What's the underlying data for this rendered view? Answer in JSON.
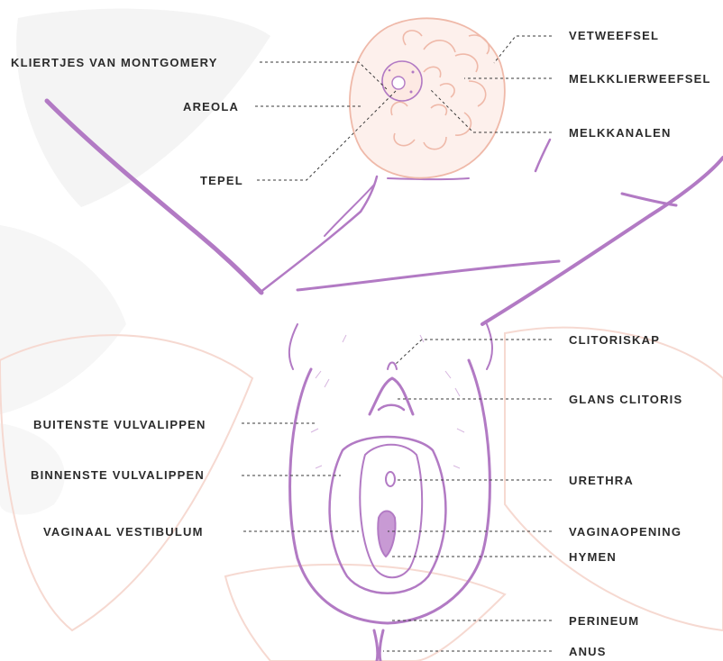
{
  "diagram": {
    "colors": {
      "label_text": "#2b2b2b",
      "outline_stroke": "#b27ac4",
      "breast_tissue": "#efb9a9",
      "breast_fill": "#fbe7e0",
      "watermark": "#f3f3f3",
      "background_blush": "#f9e5df",
      "leader_line": "#3a3a3a"
    },
    "labels": {
      "kliertjes_van_montgomery": "KLIERTJES VAN MONTGOMERY",
      "areola": "AREOLA",
      "tepel": "TEPEL",
      "vetweefsel": "VETWEEFSEL",
      "melkklierweefsel": "MELKKLIERWEEFSEL",
      "melkkanalen": "MELKKANALEN",
      "clitoriskap": "CLITORISKAP",
      "glans_clitoris": "GLANS CLITORIS",
      "buitenste_vulvalippen": "BUITENSTE VULVALIPPEN",
      "binnenste_vulvalippen": "BINNENSTE VULVALIPPEN",
      "urethra": "URETHRA",
      "vaginaal_vestibulum": "VAGINAAL VESTIBULUM",
      "vaginaopening": "VAGINAOPENING",
      "hymen": "HYMEN",
      "perineum": "PERINEUM",
      "anus": "ANUS"
    }
  }
}
